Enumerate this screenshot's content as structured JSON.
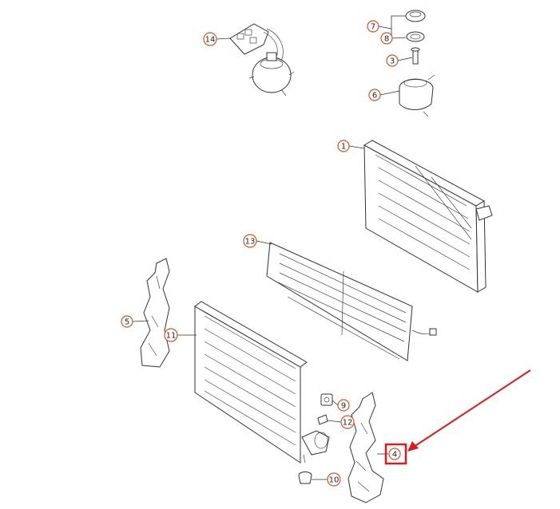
{
  "callouts": [
    {
      "id": "c1",
      "label": "1"
    },
    {
      "id": "c3",
      "label": "3"
    },
    {
      "id": "c4",
      "label": "4"
    },
    {
      "id": "c5",
      "label": "5"
    },
    {
      "id": "c6",
      "label": "6"
    },
    {
      "id": "c7",
      "label": "7"
    },
    {
      "id": "c8",
      "label": "8"
    },
    {
      "id": "c9",
      "label": "9"
    },
    {
      "id": "c10",
      "label": "10"
    },
    {
      "id": "c11",
      "label": "11"
    },
    {
      "id": "c12",
      "label": "12"
    },
    {
      "id": "c13",
      "label": "13"
    },
    {
      "id": "c14",
      "label": "14"
    }
  ],
  "colors": {
    "callout_ring": "#d9531e",
    "highlight": "#e0191b",
    "line": "#333333"
  }
}
